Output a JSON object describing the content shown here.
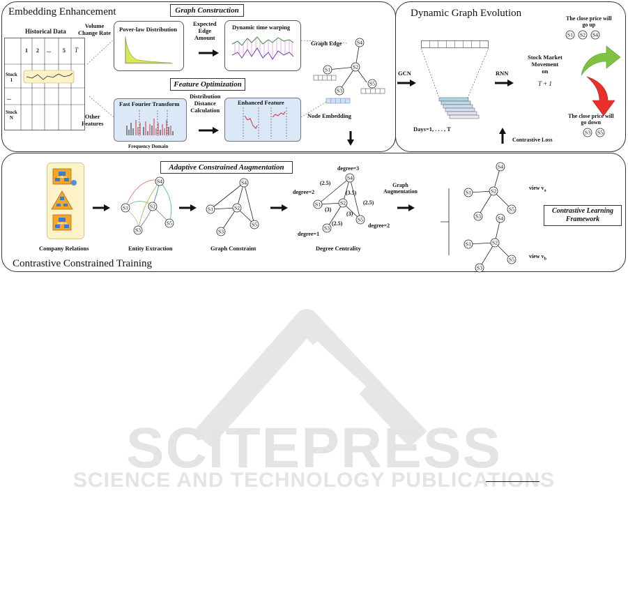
{
  "top_left": {
    "title": "Embedding Enhancement",
    "graph_construction": "Graph Construction",
    "feature_optimization": "Feature Optimization",
    "historical_data": "Historical Data",
    "volume_change_rate": "Volume\nChange Rate",
    "table_header": [
      "1",
      "2",
      "...",
      "5",
      "T"
    ],
    "row_stock1": "Stock\n1",
    "row_dots": "...",
    "row_stockN": "Stock\nN",
    "other_features": "Other\nFeatures",
    "power_law": "Pover-law Distribution",
    "expected_edge": "Expected\nEdge\nAmount",
    "dtw": "Dynamic time warping",
    "graph_edge": "Graph Edge",
    "fft": "Fast Fourier Transform",
    "frequency_domain": "Frequency Domain",
    "distribution_distance": "Distribution\nDistance\nCalculation",
    "enhanced_feature": "Enhanced Feature",
    "node_embedding": "Node Embedding"
  },
  "top_right": {
    "title": "Dynamic Graph Evolution",
    "gcn": "GCN",
    "rnn": "RNN",
    "days": "Days=1, . . . , T",
    "movement": "Stock Market\nMovement\non",
    "t_plus_1": "T + 1",
    "contrastive_loss": "Contrastive Loss",
    "close_up": "The close price will\ngo up",
    "close_down": "The close price will\ngo down",
    "up_stocks": [
      "S1",
      "S2",
      "S4"
    ],
    "down_stocks": [
      "S3",
      "S5"
    ]
  },
  "bottom": {
    "title": "Contrastive Constrained Training",
    "adaptive": "Adaptive Constrained Augmentation",
    "company_relations": "Company Relations",
    "entity_extraction": "Entity Extraction",
    "graph_constraint": "Graph Constraint",
    "degree_centrality": "Degree Centrality",
    "graph_augmentation": "Graph\nAugmentation",
    "view_a": "view v",
    "view_a_sub": "a",
    "view_b": "view v",
    "view_b_sub": "b",
    "framework": "Contrastive Learning\nFramework",
    "degree_3": "degree=3",
    "degree_2a": "degree=2",
    "degree_2b": "degree=2",
    "degree_1": "degree=1",
    "w_25a": "(2.5)",
    "w_35": "(3.5)",
    "w_3a": "(3)",
    "w_3b": "(3)",
    "w_25b": "(2.5)",
    "w_25c": "(2.5)"
  },
  "nodes": {
    "s1": "S1",
    "s2": "S2",
    "s3": "S3",
    "s4": "S4",
    "s5": "S5"
  },
  "watermark": {
    "brand": "SCITEPRESS",
    "tagline": "SCIENCE AND TECHNOLOGY PUBLICATIONS"
  },
  "colors": {
    "green_arrow": "#7fc241",
    "red_arrow": "#e8302a",
    "blue_box": "#dbe8f8",
    "yellow_box": "#fdf2c8",
    "power_fill": "#d8e85a"
  }
}
